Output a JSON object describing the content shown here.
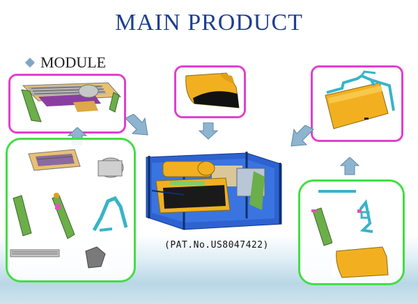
{
  "title": "MAIN PRODUCT",
  "module_label": "MODULE",
  "patent_text": "(PAT.No.US8047422)",
  "colors": {
    "title": "#1f3f8f",
    "module_frame": "#e040d0",
    "component_frame": "#44dd44",
    "arrow": "#8fb4cf",
    "product_blue": "#2060d0",
    "product_yellow": "#f0b020"
  },
  "icons": [
    "diamond-bullet-icon",
    "arrow-icon"
  ]
}
